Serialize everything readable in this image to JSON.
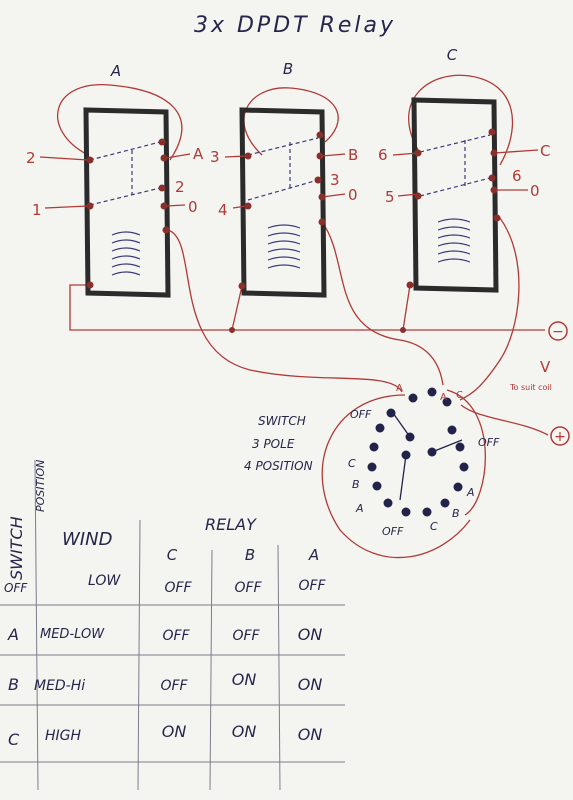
{
  "title": "3x DPDT Relay",
  "relays": [
    {
      "name": "A",
      "pins": [
        "2",
        "1",
        "A",
        "2",
        "0"
      ]
    },
    {
      "name": "B",
      "pins": [
        "3",
        "4",
        "B",
        "3",
        "0"
      ]
    },
    {
      "name": "C",
      "pins": [
        "6",
        "5",
        "C",
        "6",
        "0"
      ]
    }
  ],
  "supply": {
    "negative": "−",
    "positive": "+",
    "voltage": "V",
    "voltage_note": "To suit coil"
  },
  "switch": {
    "label_lines": [
      "SWITCH",
      "3 POLE",
      "4 POSITION"
    ],
    "positions": [
      "OFF",
      "A",
      "B",
      "C"
    ]
  },
  "table": {
    "switch_header": [
      "SWITCH",
      "POSITION"
    ],
    "wind_header": "WIND",
    "relay_header": "RELAY",
    "relay_columns": [
      "C",
      "B",
      "A"
    ],
    "rows": [
      {
        "switch": "OFF",
        "wind": "LOW",
        "c": "OFF",
        "b": "OFF",
        "a": "OFF"
      },
      {
        "switch": "A",
        "wind": "MED-LOW",
        "c": "OFF",
        "b": "OFF",
        "a": "ON"
      },
      {
        "switch": "B",
        "wind": "MED-Hi",
        "c": "OFF",
        "b": "ON",
        "a": "ON"
      },
      {
        "switch": "C",
        "wind": "HIGH",
        "c": "ON",
        "b": "ON",
        "a": "ON"
      }
    ]
  },
  "colors": {
    "paper": "#f4f4f1",
    "ink": "#26264a",
    "wire": "#b03a36",
    "relay_body": "#2b2b2b"
  }
}
